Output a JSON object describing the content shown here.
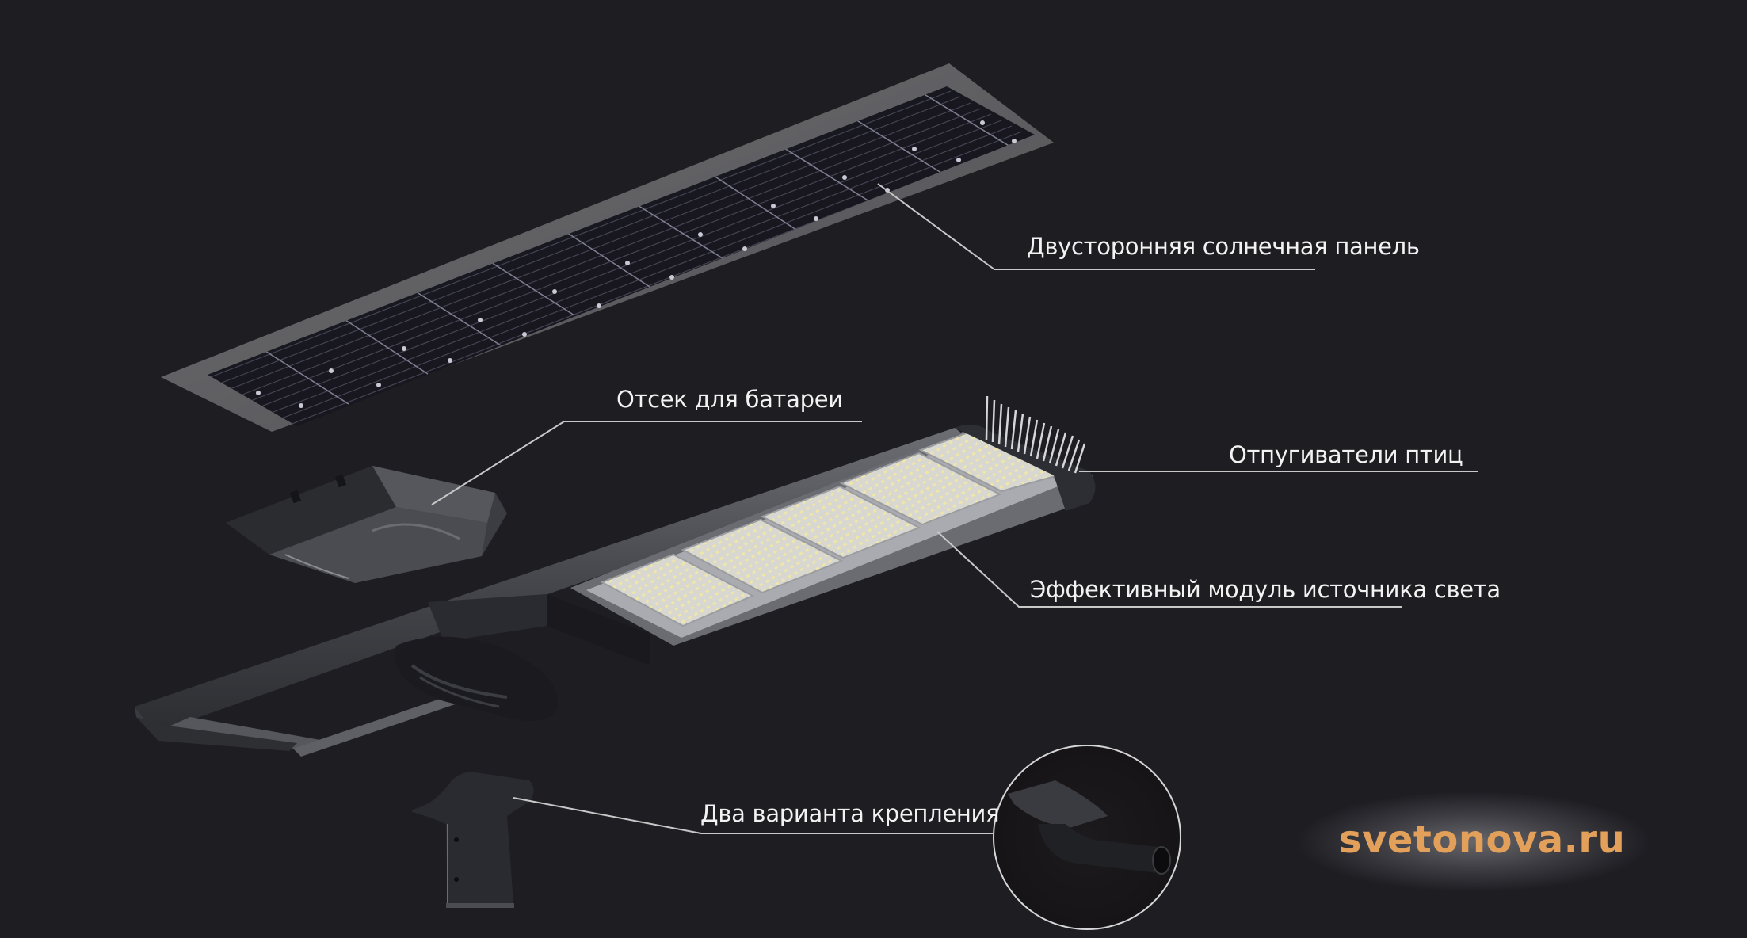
{
  "diagram": {
    "subject": "Solar street light exploded view",
    "background_color": "#1e1d22",
    "label_color": "#f2f2f2",
    "leader_line_color": "#c8c8c8",
    "accent_color": "#e3a05a"
  },
  "labels": {
    "solar_panel": "Двусторонняя солнечная панель",
    "battery": "Отсек для батареи",
    "bird_repellers": "Отпугиватели птиц",
    "light_module": "Эффективный модуль источника света",
    "mounting": "Два варианта крепления"
  },
  "components": [
    {
      "id": "solar_panel",
      "name": "Bifacial solar panel"
    },
    {
      "id": "battery",
      "name": "Battery compartment"
    },
    {
      "id": "bird_repellers",
      "name": "Bird repeller spikes"
    },
    {
      "id": "light_module",
      "name": "LED light source modules",
      "count": 5
    },
    {
      "id": "mounting_vertical",
      "name": "Post-top mount"
    },
    {
      "id": "mounting_side",
      "name": "Side-entry mount"
    }
  ],
  "watermark": {
    "text": "svetonova.ru"
  }
}
